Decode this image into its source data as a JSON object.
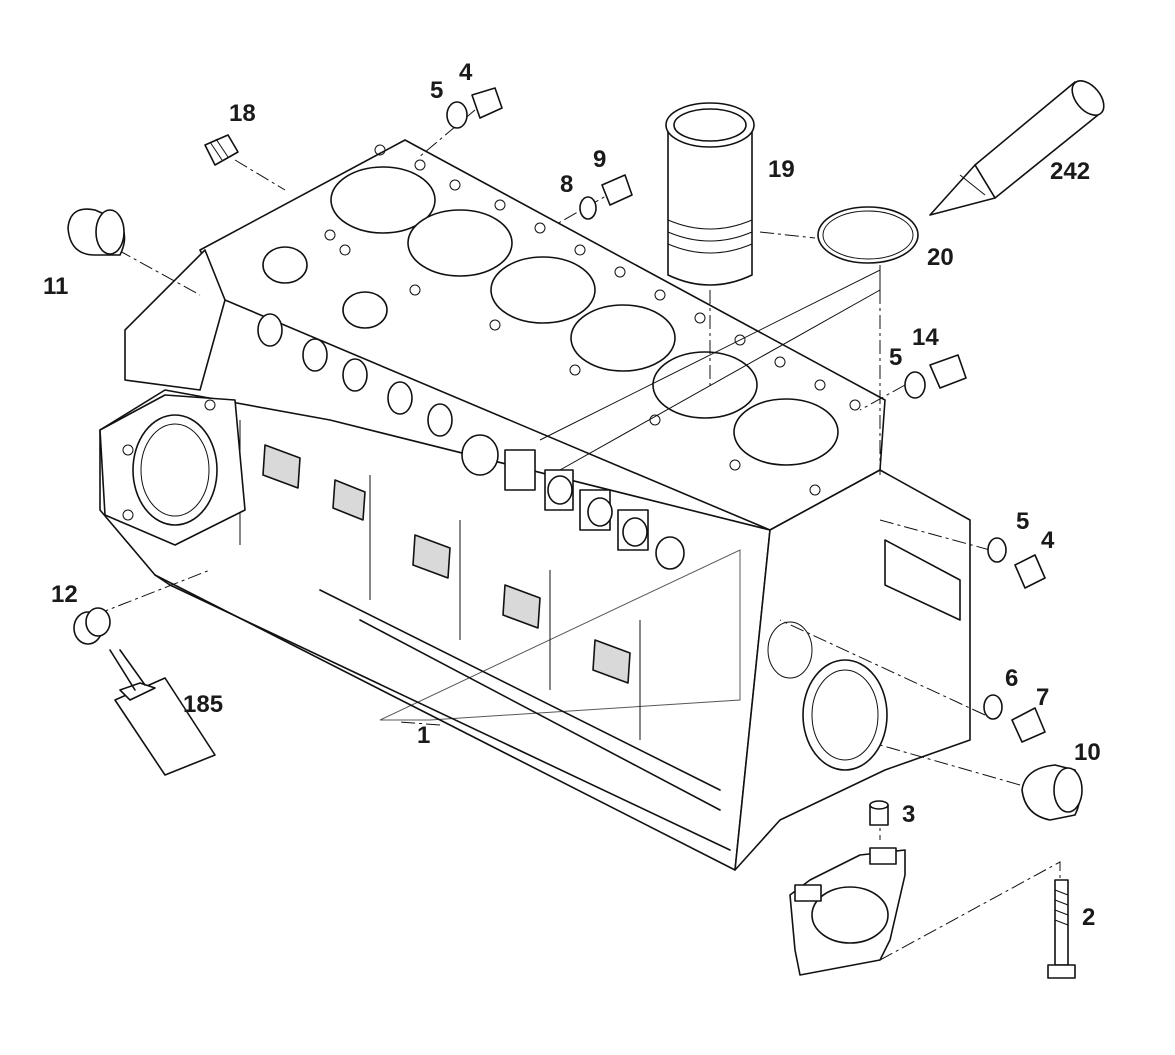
{
  "callouts": {
    "c1": "1",
    "c2": "2",
    "c3": "3",
    "c4a": "4",
    "c4b": "4",
    "c5a": "5",
    "c5b": "5",
    "c5c": "5",
    "c6": "6",
    "c7": "7",
    "c8": "8",
    "c9": "9",
    "c10": "10",
    "c11": "11",
    "c12": "12",
    "c14": "14",
    "c18": "18",
    "c19": "19",
    "c20": "20",
    "c185": "185",
    "c242": "242"
  },
  "colors": {
    "line": "#111111",
    "shade": "#d9d9d9",
    "background": "#ffffff"
  }
}
